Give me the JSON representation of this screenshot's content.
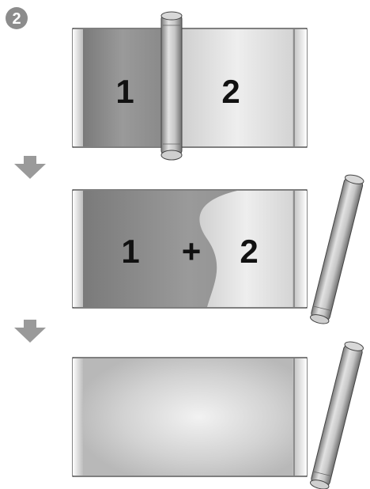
{
  "step_badge": "2",
  "panel1": {
    "left_label": "1",
    "right_label": "2"
  },
  "panel2": {
    "left_label": "1",
    "operator": "+",
    "right_label": "2"
  },
  "colors": {
    "dark_compartment": "#8f8f8f",
    "light_compartment": "#d9d9d9",
    "mixed": "#c9c9c9",
    "arrow": "#9a9a9a",
    "clip": "#b8b8b8",
    "badge": "#8c8c8c"
  },
  "icons": [
    "step-badge-icon",
    "down-arrow-icon",
    "clip-bar-icon",
    "pouch-icon"
  ]
}
